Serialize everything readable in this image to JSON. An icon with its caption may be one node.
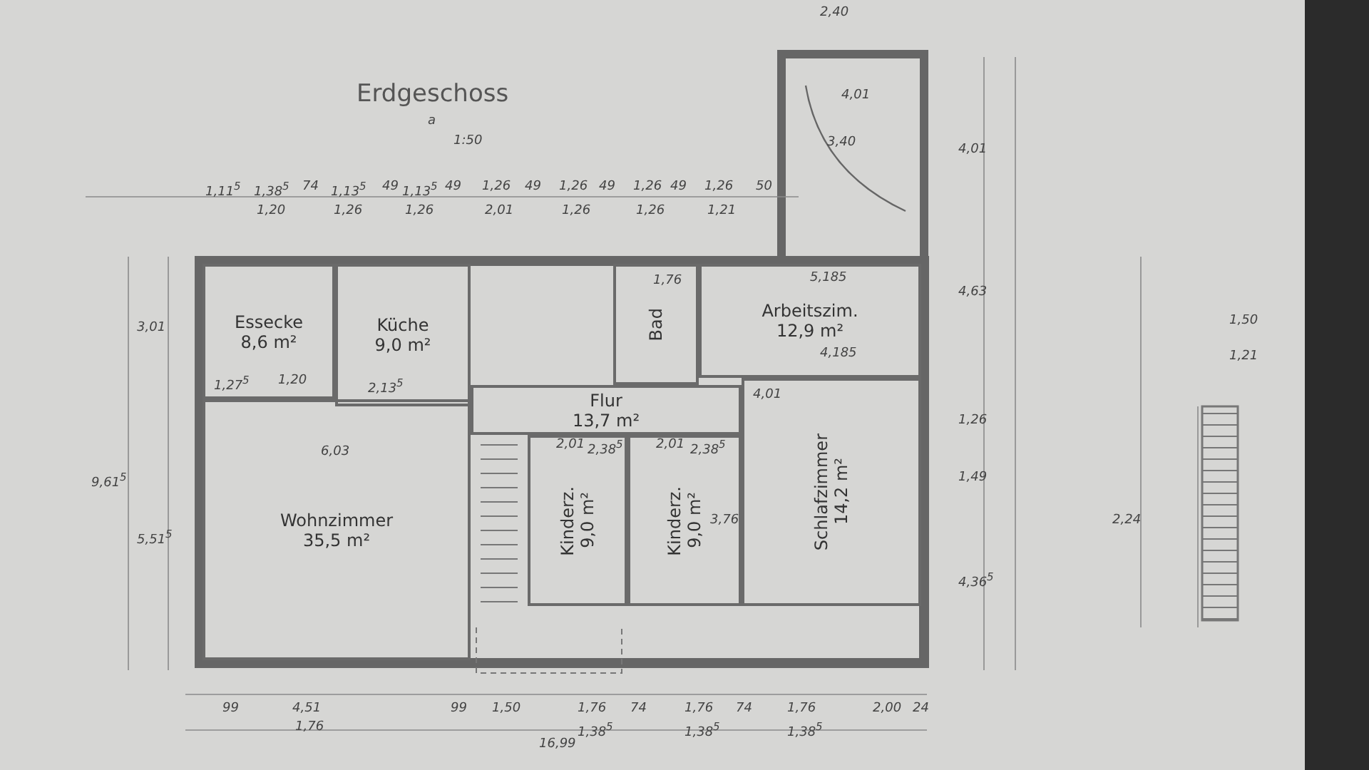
{
  "diagram": {
    "nodes": [
      {
        "text": [
          "Essecke",
          "8,6 m²"
        ]
      },
      {
        "text": [
          "Küche",
          "9,0 m²"
        ]
      },
      {
        "text": [
          "Bad"
        ]
      },
      {
        "text": [
          "Arbeitszim.",
          "12,9 m²"
        ]
      },
      {
        "text": [
          "Flur",
          "13,7 m²"
        ]
      },
      {
        "text": [
          "Wohnzimmer",
          "35,5 m²"
        ]
      },
      {
        "text": [
          "Kinderz.",
          "9,0 m²"
        ]
      },
      {
        "text": [
          "Kinderz.",
          "9,0 m²"
        ]
      },
      {
        "text": [
          "Schlafzimmer",
          "14,2 m²"
        ]
      }
    ],
    "labels": [
      "Erdgeschoss",
      "a",
      "1:50",
      "2,40",
      "4,01",
      "3,40",
      "4,01",
      "1,11$^{5}$",
      "1,38$^{5}$",
      "1,20",
      "74",
      "1,13$^{5}$",
      "1,26",
      "49",
      "1,13$^{5}$",
      "1,26",
      "49",
      "1,26",
      "2,01",
      "49",
      "1,26",
      "1,26",
      "49",
      "1,26",
      "1,26",
      "49",
      "1,26",
      "1,21",
      "50",
      "3,01",
      "1,76",
      "5,185",
      "1,27$^{5}$",
      "1,20",
      "2,13$^{5}$",
      "4,185",
      "4,63",
      "1,50",
      "1,21",
      "9,61$^{5}$",
      "6,03",
      "2,01",
      "2,38$^{5}$",
      "2,01",
      "2,38$^{5}$",
      "4,01",
      "1,26",
      "1,49",
      "3,76",
      "2,24",
      "5,51$^{5}$",
      "4,36$^{5}$",
      "99",
      "4,51",
      "1,76",
      "99",
      "1,50",
      "1,76",
      "1,38$^{5}$",
      "74",
      "1,76",
      "1,38$^{5}$",
      "74",
      "1,76",
      "1,38$^{5}$",
      "2,00",
      "24",
      "16,99"
    ]
  }
}
